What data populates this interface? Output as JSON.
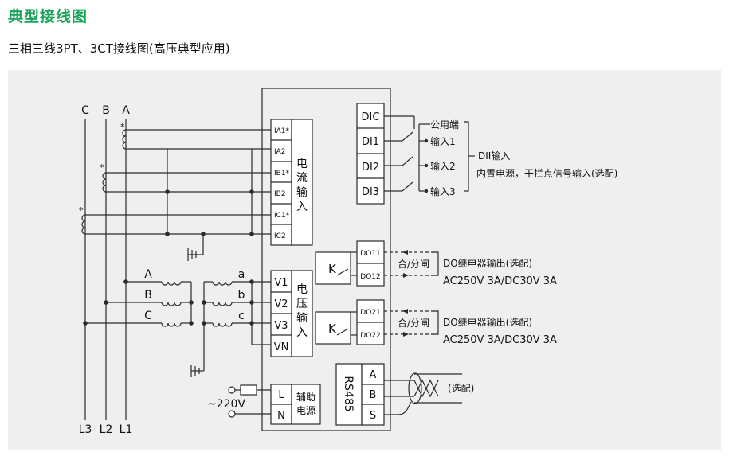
{
  "header": {
    "title": "典型接线图",
    "subtitle": "三相三线3PT、3CT接线图(高压典型应用)"
  },
  "colors": {
    "title_green": "#1aa35a",
    "panel_bg": "#efefef",
    "line": "#2b2b2b"
  },
  "phases": {
    "top": [
      "C",
      "B",
      "A"
    ],
    "bottom": [
      "L3",
      "L2",
      "L1"
    ],
    "pt_primary": [
      "A",
      "B",
      "C"
    ],
    "pt_secondary": [
      "a",
      "b",
      "c"
    ],
    "ct_mark": "*"
  },
  "current_input": {
    "terminals": [
      "IA1*",
      "IA2",
      "IB1*",
      "IB2",
      "IC1*",
      "IC2"
    ],
    "label": [
      "电",
      "流",
      "输",
      "入"
    ]
  },
  "voltage_input": {
    "terminals": [
      "V1",
      "V2",
      "V3",
      "VN"
    ],
    "label": [
      "电",
      "压",
      "输",
      "入"
    ]
  },
  "aux_power": {
    "terminals": [
      "L",
      "N"
    ],
    "label": [
      "辅助",
      "电源"
    ],
    "voltage": "~220V"
  },
  "di": {
    "terminals": [
      "DIC",
      "DI1",
      "DI2",
      "DI3"
    ],
    "labels": [
      "公用端",
      "输入1",
      "输入2",
      "输入3"
    ],
    "group_title": "DII输入",
    "group_note": "内置电源，干拦点信号输入(选配)"
  },
  "do": [
    {
      "terminals": [
        "DO11",
        "DO12"
      ],
      "relay": "K",
      "action": "合/分闸",
      "title": "DO继电器输出(选配)",
      "rating": "AC250V  3A/DC30V  3A"
    },
    {
      "terminals": [
        "DO21",
        "DO22"
      ],
      "relay": "K",
      "action": "合/分闸",
      "title": "DO继电器输出(选配)",
      "rating": "AC250V  3A/DC30V  3A"
    }
  ],
  "rs485": {
    "label": "RS485",
    "terminals": [
      "A",
      "B",
      "S"
    ],
    "note": "(选配)"
  }
}
